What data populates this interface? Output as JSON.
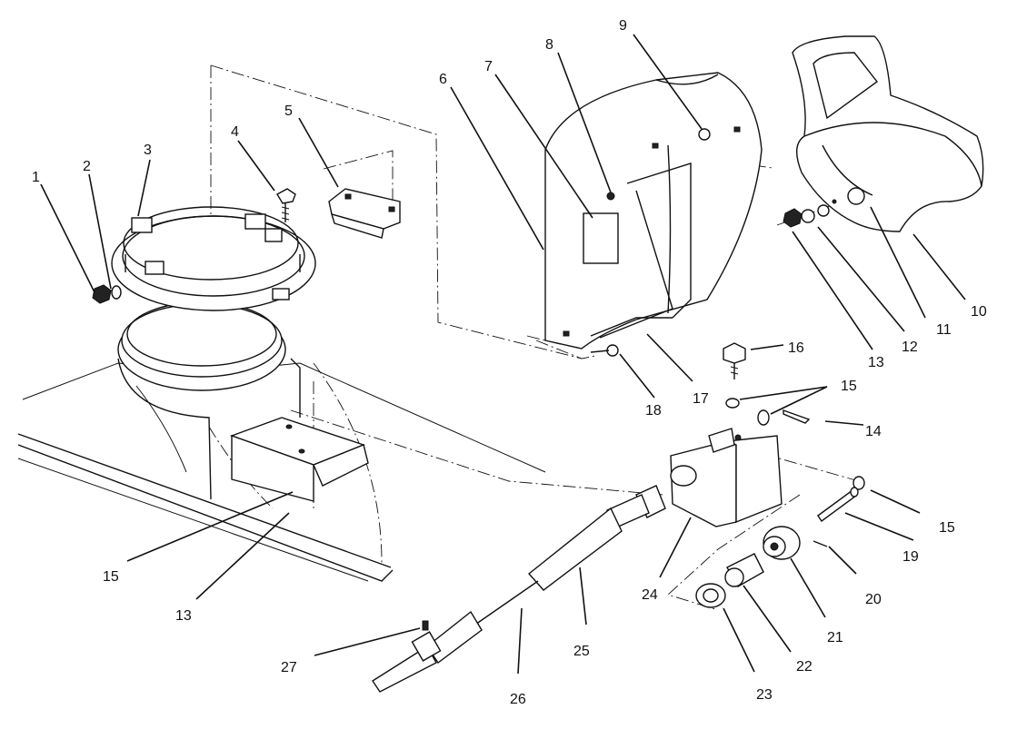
{
  "diagram": {
    "callouts": [
      {
        "id": "1",
        "text": "1"
      },
      {
        "id": "2",
        "text": "2"
      },
      {
        "id": "3",
        "text": "3"
      },
      {
        "id": "4",
        "text": "4"
      },
      {
        "id": "5",
        "text": "5"
      },
      {
        "id": "6",
        "text": "6"
      },
      {
        "id": "7",
        "text": "7"
      },
      {
        "id": "8",
        "text": "8"
      },
      {
        "id": "9",
        "text": "9"
      },
      {
        "id": "10",
        "text": "10"
      },
      {
        "id": "11",
        "text": "11"
      },
      {
        "id": "12",
        "text": "12"
      },
      {
        "id": "13a",
        "text": "13"
      },
      {
        "id": "13b",
        "text": "13"
      },
      {
        "id": "14",
        "text": "14"
      },
      {
        "id": "15a",
        "text": "15"
      },
      {
        "id": "15b",
        "text": "15"
      },
      {
        "id": "15c",
        "text": "15"
      },
      {
        "id": "16",
        "text": "16"
      },
      {
        "id": "17",
        "text": "17"
      },
      {
        "id": "18",
        "text": "18"
      },
      {
        "id": "19",
        "text": "19"
      },
      {
        "id": "20",
        "text": "20"
      },
      {
        "id": "21",
        "text": "21"
      },
      {
        "id": "22",
        "text": "22"
      },
      {
        "id": "23",
        "text": "23"
      },
      {
        "id": "24",
        "text": "24"
      },
      {
        "id": "25",
        "text": "25"
      },
      {
        "id": "26",
        "text": "26"
      },
      {
        "id": "27",
        "text": "27"
      }
    ]
  }
}
